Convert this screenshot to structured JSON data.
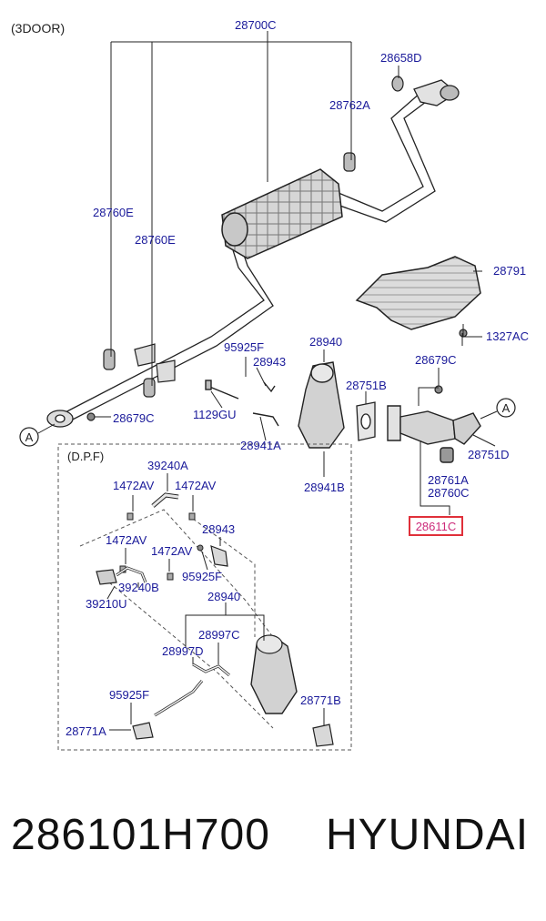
{
  "diagram": {
    "variant_label": "(3DOOR)",
    "dpf_label": "(D.P.F)",
    "connector_letter": "A",
    "highlighted_part": "28611C",
    "colors": {
      "label_text": "#1a1a9a",
      "line": "#222222",
      "highlight_box": "#e0303a",
      "highlight_text": "#cc2a7a",
      "part_fill": "#d8d8d8"
    },
    "part_labels": {
      "p28700C": "28700C",
      "p28658D": "28658D",
      "p28762A": "28762A",
      "p28760E_1": "28760E",
      "p28760E_2": "28760E",
      "p28791": "28791",
      "p1327AC": "1327AC",
      "p95925F_1": "95925F",
      "p28940_1": "28940",
      "p28943_1": "28943",
      "p28679C_1": "28679C",
      "p28751B": "28751B",
      "p1129GU": "1129GU",
      "p28941A": "28941A",
      "p28751D": "28751D",
      "p28679C_2": "28679C",
      "p28941B": "28941B",
      "p28761A": "28761A",
      "p28760C": "28760C",
      "p39240A": "39240A",
      "p1472AV_1": "1472AV",
      "p1472AV_2": "1472AV",
      "p28943_2": "28943",
      "p1472AV_3": "1472AV",
      "p1472AV_4": "1472AV",
      "p95925F_2": "95925F",
      "p39240B": "39240B",
      "p39210U": "39210U",
      "p28940_2": "28940",
      "p28997C": "28997C",
      "p28997D": "28997D",
      "p95925F_3": "95925F",
      "p28771B": "28771B",
      "p28771A": "28771A"
    }
  },
  "footer": {
    "part_number": "286101H700",
    "brand": "HYUNDAI"
  }
}
